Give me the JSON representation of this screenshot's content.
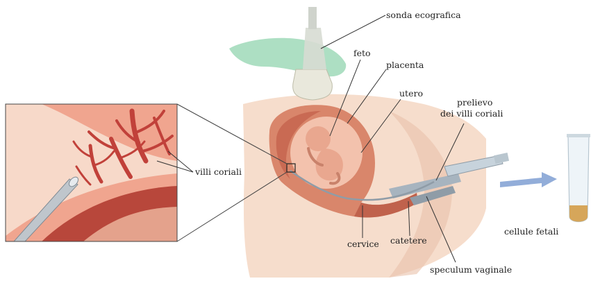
{
  "colors": {
    "skin": "#f6ddcc",
    "skin_shadow": "#e9c2aa",
    "uterus": "#d9866b",
    "uterus_dark": "#b5533f",
    "amnion": "#f3c2ad",
    "fetus": "#e9a78f",
    "placenta": "#c96a53",
    "villi": "#c1413a",
    "inset_bg": "#f0a58f",
    "probe_green": "#9fd9b8",
    "probe_body": "#e9e8dc",
    "instrument": "#a7b4bf",
    "tube_fill": "#d6a65a",
    "arrow": "#7f9fd2",
    "leader": "#333333"
  },
  "labels": {
    "probe": "sonda ecografica",
    "fetus": "feto",
    "placenta": "placenta",
    "uterus": "utero",
    "sampling_line1": "prelievo",
    "sampling_line2": "dei villi coriali",
    "villi": "villi coriali",
    "cervix": "cervice",
    "catheter": "catetere",
    "speculum": "speculum vaginale",
    "fetal_cells": "cellule fetali"
  }
}
